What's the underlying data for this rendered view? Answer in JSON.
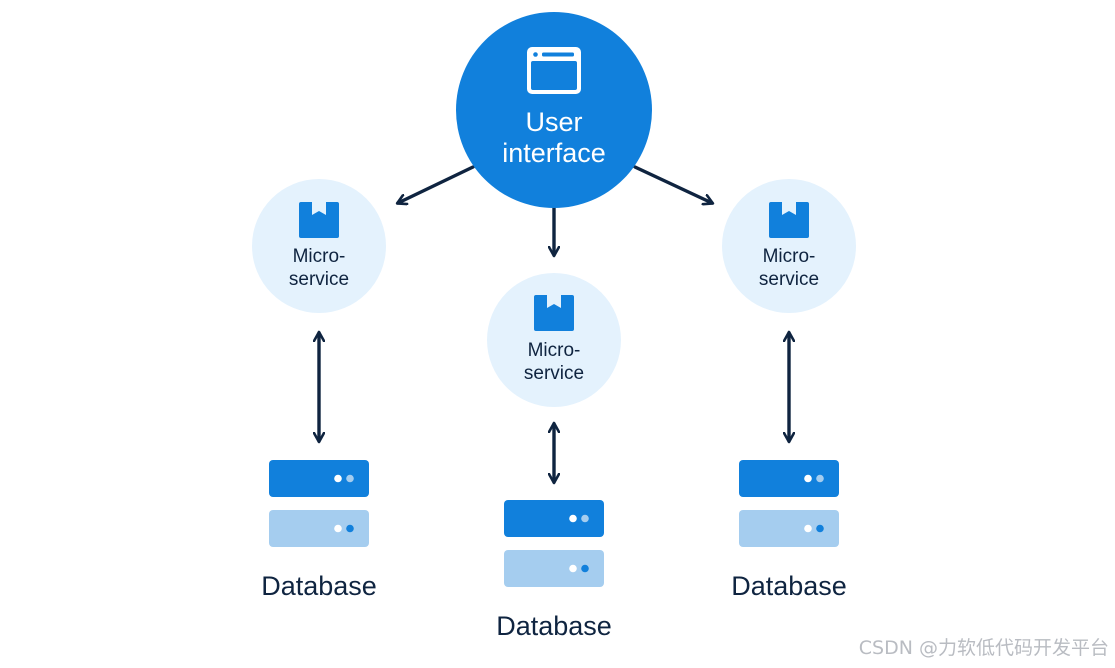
{
  "user_interface": {
    "line1": "User",
    "line2": "interface",
    "icon": "browser-window-icon"
  },
  "microservices": [
    {
      "line1": "Micro-",
      "line2": "service",
      "icon": "package-box-icon"
    },
    {
      "line1": "Micro-",
      "line2": "service",
      "icon": "package-box-icon"
    },
    {
      "line1": "Micro-",
      "line2": "service",
      "icon": "package-box-icon"
    }
  ],
  "databases": [
    {
      "label": "Database",
      "icon": "server-stack-icon"
    },
    {
      "label": "Database",
      "icon": "server-stack-icon"
    },
    {
      "label": "Database",
      "icon": "server-stack-icon"
    }
  ],
  "watermark": "CSDN @力软低代码开发平台",
  "colors": {
    "primary_blue": "#1180dc",
    "light_circle": "#e4f2fd",
    "light_bar": "#a5cdef",
    "dark_text": "#0f2440",
    "arrow": "#0f2440"
  }
}
